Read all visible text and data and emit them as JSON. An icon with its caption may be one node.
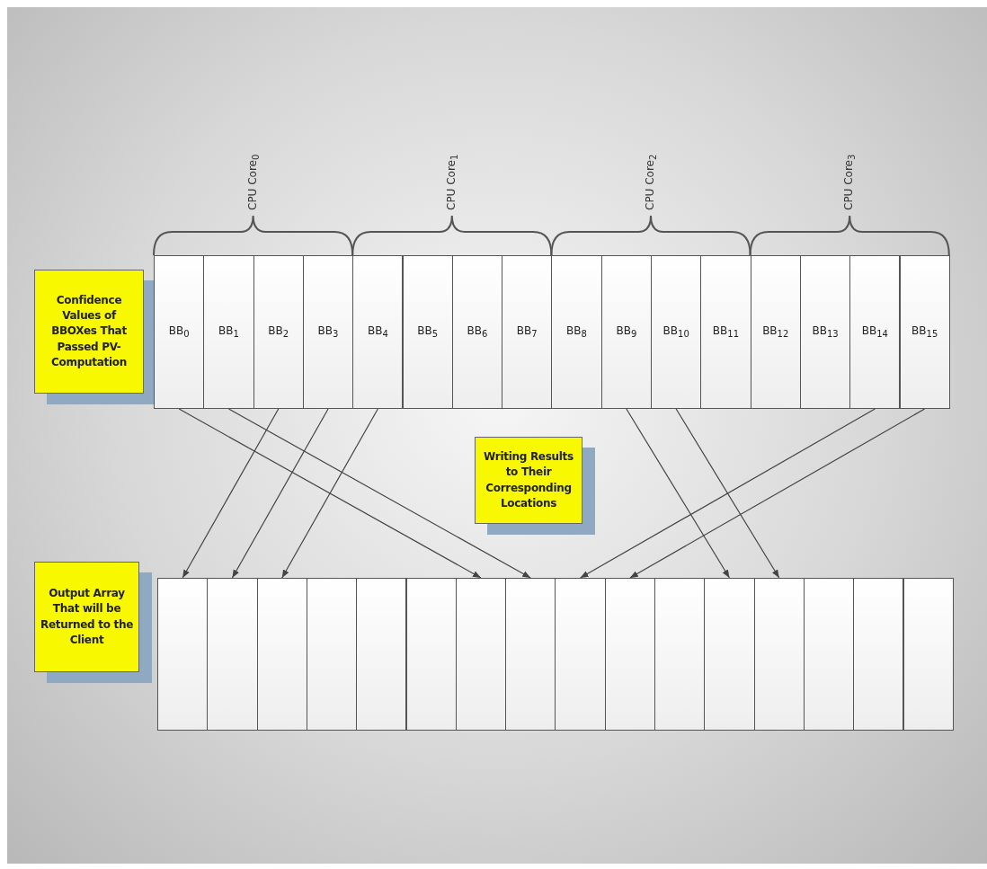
{
  "diagram": {
    "nodes": [
      {
        "text": [
          "Confidence Values of BBOXes That Passed PV-Computation"
        ]
      },
      {
        "text": [
          "BB$_{0}$"
        ]
      },
      {
        "text": [
          "BB$_{1}$"
        ]
      },
      {
        "text": [
          "BB$_{2}$"
        ]
      },
      {
        "text": [
          "BB$_{3}$"
        ]
      },
      {
        "text": [
          "BB$_{4}$"
        ]
      },
      {
        "text": [
          "BB$_{5}$"
        ]
      },
      {
        "text": [
          "BB$_{6}$"
        ]
      },
      {
        "text": [
          "BB$_{7}$"
        ]
      },
      {
        "text": [
          "BB$_{8}$"
        ]
      },
      {
        "text": [
          "BB$_{9}$"
        ]
      },
      {
        "text": [
          "BB$_{10}$"
        ]
      },
      {
        "text": [
          "BB$_{11}$"
        ]
      },
      {
        "text": [
          "BB$_{12}$"
        ]
      },
      {
        "text": [
          "BB$_{13}$"
        ]
      },
      {
        "text": [
          "BB$_{14}$"
        ]
      },
      {
        "text": [
          "BB$_{15}$"
        ]
      },
      {
        "text": [
          "Writing Results to Their Corresponding Locations"
        ]
      },
      {
        "text": [
          "Output Array That will be Returned to the Client"
        ]
      },
      {
        "text": [],
        "shape": "box"
      },
      {
        "text": [],
        "shape": "box"
      },
      {
        "text": [],
        "shape": "box"
      },
      {
        "text": [],
        "shape": "box"
      },
      {
        "text": [],
        "shape": "box"
      },
      {
        "text": [],
        "shape": "box"
      },
      {
        "text": [],
        "shape": "box"
      },
      {
        "text": [],
        "shape": "box"
      },
      {
        "text": [],
        "shape": "box"
      },
      {
        "text": [],
        "shape": "box"
      },
      {
        "text": [],
        "shape": "box"
      },
      {
        "text": [],
        "shape": "box"
      },
      {
        "text": [],
        "shape": "box"
      },
      {
        "text": [],
        "shape": "box"
      },
      {
        "text": [],
        "shape": "box"
      },
      {
        "text": [],
        "shape": "box"
      }
    ],
    "edges": [
      {
        "from": 1,
        "to": 25,
        "arrow": "to"
      },
      {
        "from": 2,
        "to": 26,
        "arrow": "to"
      },
      {
        "from": 3,
        "to": 19,
        "arrow": "to"
      },
      {
        "from": 4,
        "to": 20,
        "arrow": "to"
      },
      {
        "from": 5,
        "to": 21,
        "arrow": "to"
      },
      {
        "from": 10,
        "to": 30,
        "arrow": "to"
      },
      {
        "from": 11,
        "to": 31,
        "arrow": "to"
      },
      {
        "from": 15,
        "to": 27,
        "arrow": "to"
      },
      {
        "from": 16,
        "to": 28,
        "arrow": "to"
      }
    ],
    "labels": [
      "CPU Core$_{0}$",
      "CPU Core$_{1}$",
      "CPU Core$_{2}$",
      "CPU Core$_{3}$"
    ]
  }
}
